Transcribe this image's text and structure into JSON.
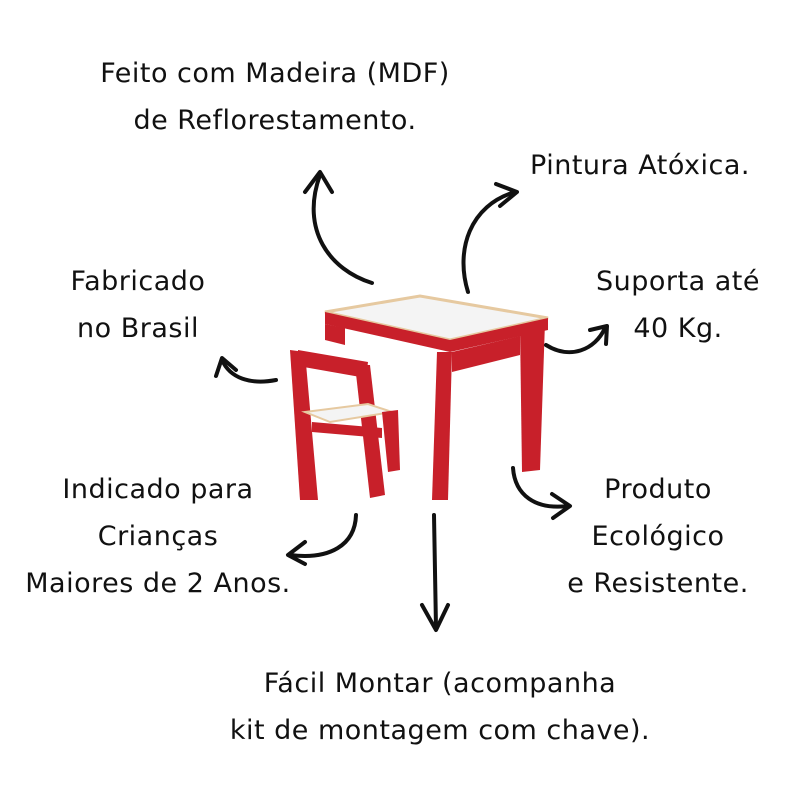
{
  "features": {
    "mdf": [
      "Feito com Madeira (MDF)",
      "de Reflorestamento."
    ],
    "paint": [
      "Pintura Atóxica."
    ],
    "brasil": [
      "Fabricado",
      "no Brasil"
    ],
    "weight": [
      "Suporta até",
      "40 Kg."
    ],
    "age": [
      "Indicado para",
      "Crianças",
      "Maiores de 2 Anos."
    ],
    "eco": [
      "Produto",
      "Ecológico",
      "e Resistente."
    ],
    "assembly": [
      "Fácil Montar (acompanha",
      "kit de montagem com chave)."
    ]
  },
  "colors": {
    "frame": "#c8202a",
    "top": "#f4f4f4",
    "edge": "#e6c9a0",
    "ink": "#111111"
  }
}
